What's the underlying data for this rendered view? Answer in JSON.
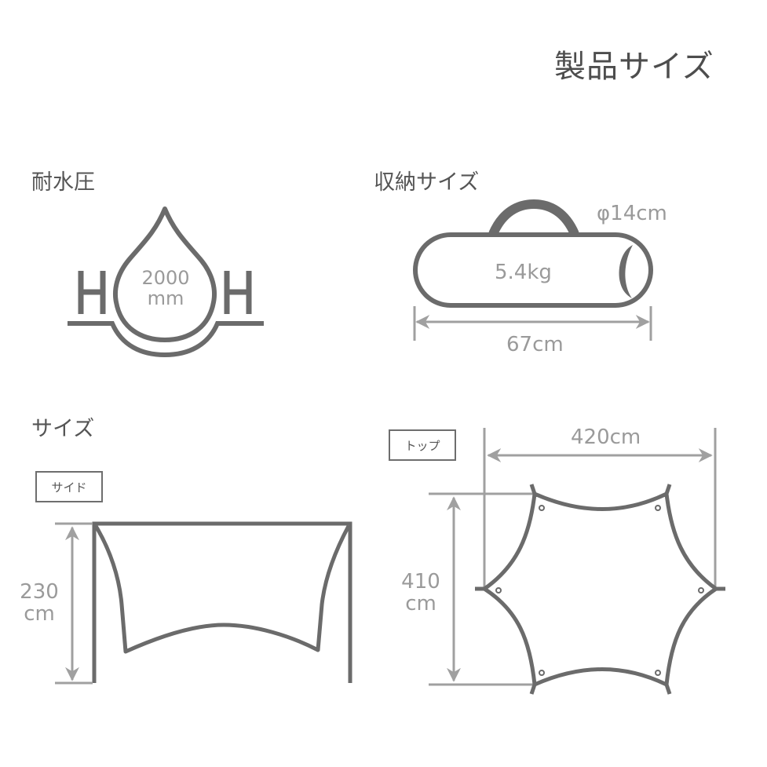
{
  "page": {
    "title": "製品サイズ"
  },
  "water_pressure": {
    "label": "耐水圧",
    "value": "2000",
    "unit": "mm",
    "icon_letters": [
      "H",
      "H"
    ]
  },
  "storage": {
    "label": "収納サイズ",
    "weight": "5.4kg",
    "diameter": "φ14cm",
    "length": "67cm"
  },
  "size": {
    "label": "サイズ",
    "side": {
      "tag": "サイド",
      "height_value": "230",
      "height_unit": "cm"
    },
    "top": {
      "tag": "トップ",
      "width": "420cm",
      "depth_value": "410",
      "depth_unit": "cm"
    }
  },
  "colors": {
    "stroke_dark": "#6b6b6b",
    "dim_gray": "#a0a0a0",
    "text_dark": "#4d4d4d"
  }
}
